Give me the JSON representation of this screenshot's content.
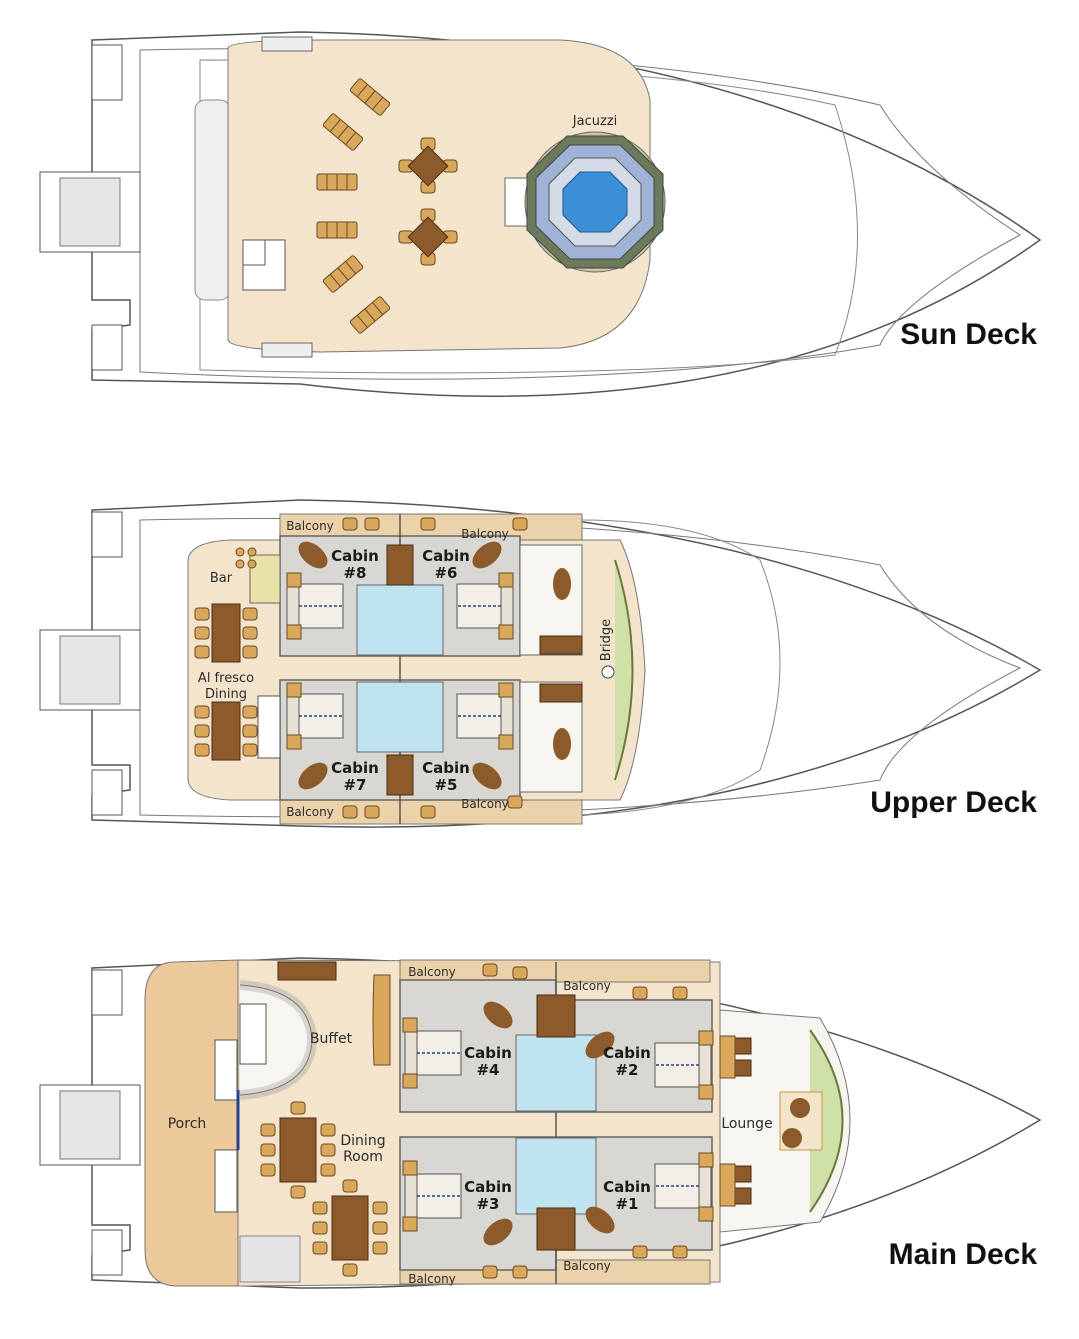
{
  "decks": {
    "sun": {
      "title": "Sun Deck",
      "labels": {
        "jacuzzi": "Jacuzzi"
      }
    },
    "upper": {
      "title": "Upper Deck",
      "labels": {
        "bar": "Bar",
        "al_fresco_1": "Al fresco",
        "al_fresco_2": "Dining",
        "bridge": "Bridge",
        "balcony": "Balcony"
      },
      "cabins": [
        {
          "name": "Cabin",
          "number": "#8"
        },
        {
          "name": "Cabin",
          "number": "#6"
        },
        {
          "name": "Cabin",
          "number": "#7"
        },
        {
          "name": "Cabin",
          "number": "#5"
        }
      ]
    },
    "main": {
      "title": "Main Deck",
      "labels": {
        "buffet": "Buffet",
        "porch": "Porch",
        "dining_1": "Dining",
        "dining_2": "Room",
        "lounge": "Lounge",
        "balcony": "Balcony"
      },
      "cabins": [
        {
          "name": "Cabin",
          "number": "#4"
        },
        {
          "name": "Cabin",
          "number": "#2"
        },
        {
          "name": "Cabin",
          "number": "#3"
        },
        {
          "name": "Cabin",
          "number": "#1"
        }
      ]
    }
  },
  "colors": {
    "deck_wood": "#f3e4cb",
    "cabin_floor": "#d9d7d2",
    "balcony_wood": "#ecd2ab",
    "furniture": "#c8964a",
    "table": "#8c5a2b",
    "water": "#3a8fd6",
    "bath_tile": "#bfe4ef",
    "hull_stroke": "#555555"
  }
}
